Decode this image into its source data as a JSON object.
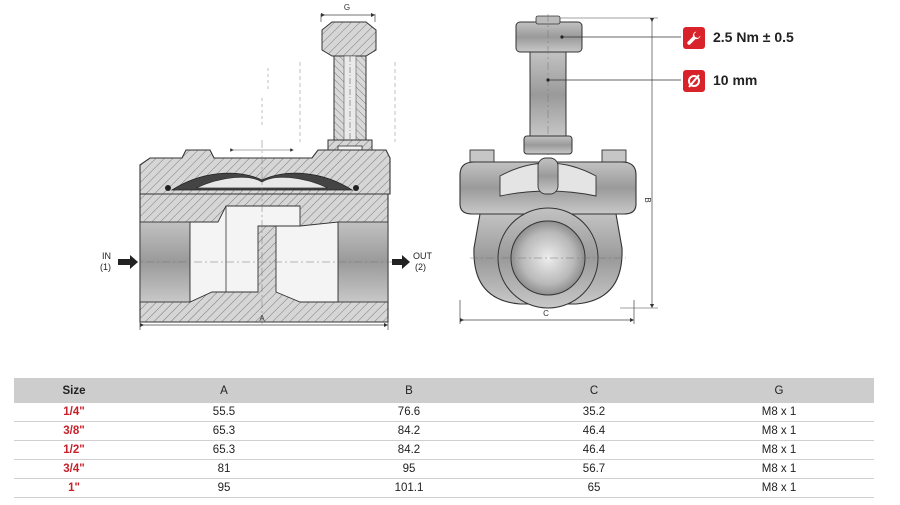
{
  "left_view": {
    "dim_g": "G",
    "dim_a": "A",
    "inlet_label": "IN",
    "inlet_port": "(1)",
    "outlet_label": "OUT",
    "outlet_port": "(2)"
  },
  "right_view": {
    "dim_c": "C",
    "dim_b": "B"
  },
  "specs": {
    "torque": "2.5 Nm ± 0.5",
    "torque_icon": "wrench-icon",
    "diameter": "10 mm",
    "diameter_icon": "diameter-icon"
  },
  "colors": {
    "accent": "#d8232a",
    "size_text": "#c8202a",
    "header_bg": "#cdcdcd"
  },
  "table": {
    "headers": [
      "Size",
      "A",
      "B",
      "C",
      "G"
    ],
    "rows": [
      [
        "1/4\"",
        "55.5",
        "76.6",
        "35.2",
        "M8 x 1"
      ],
      [
        "3/8\"",
        "65.3",
        "84.2",
        "46.4",
        "M8 x 1"
      ],
      [
        "1/2\"",
        "65.3",
        "84.2",
        "46.4",
        "M8 x 1"
      ],
      [
        "3/4\"",
        "81",
        "95",
        "56.7",
        "M8 x 1"
      ],
      [
        "1\"",
        "95",
        "101.1",
        "65",
        "M8 x 1"
      ]
    ]
  }
}
